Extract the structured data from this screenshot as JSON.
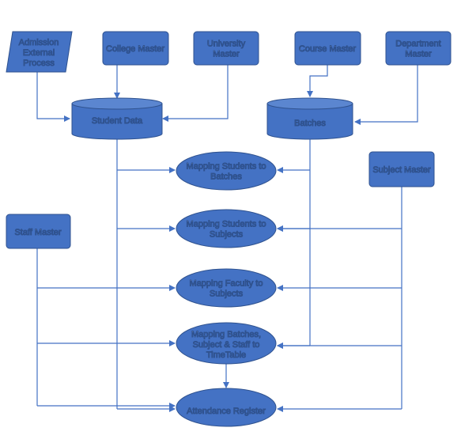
{
  "colors": {
    "fill": "#4472C4",
    "stroke": "#2F528F",
    "line": "#4472C4",
    "text": "#FFFFFF",
    "background": "#FFFFFF"
  },
  "nodes": {
    "admission": {
      "lines": [
        "Admission",
        "External",
        "Process"
      ],
      "shape": "parallelogram"
    },
    "college_master": {
      "lines": [
        "College Master"
      ],
      "shape": "rounded-rect"
    },
    "university_master": {
      "lines": [
        "University",
        "Master"
      ],
      "shape": "rounded-rect"
    },
    "course_master": {
      "lines": [
        "Course Master"
      ],
      "shape": "rounded-rect"
    },
    "department_master": {
      "lines": [
        "Department",
        "Master"
      ],
      "shape": "rounded-rect"
    },
    "student_data": {
      "lines": [
        "Student Data"
      ],
      "shape": "cylinder"
    },
    "batches": {
      "lines": [
        "Batches"
      ],
      "shape": "cylinder"
    },
    "subject_master": {
      "lines": [
        "Subject Master"
      ],
      "shape": "rounded-rect"
    },
    "staff_master": {
      "lines": [
        "Staff Master"
      ],
      "shape": "rounded-rect"
    },
    "map_students_batches": {
      "lines": [
        "Mapping Students to",
        "Batches"
      ],
      "shape": "ellipse"
    },
    "map_students_subjects": {
      "lines": [
        "Mapping Students to",
        "Subjects"
      ],
      "shape": "ellipse"
    },
    "map_faculty_subjects": {
      "lines": [
        "Mapping Faculty to",
        "Subjects"
      ],
      "shape": "ellipse"
    },
    "map_batches_timetable": {
      "lines": [
        "Mapping Batches,",
        "Subject  & Staff to",
        "TimeTable"
      ],
      "shape": "ellipse"
    },
    "attendance_register": {
      "lines": [
        "Attendance Register"
      ],
      "shape": "ellipse"
    }
  }
}
